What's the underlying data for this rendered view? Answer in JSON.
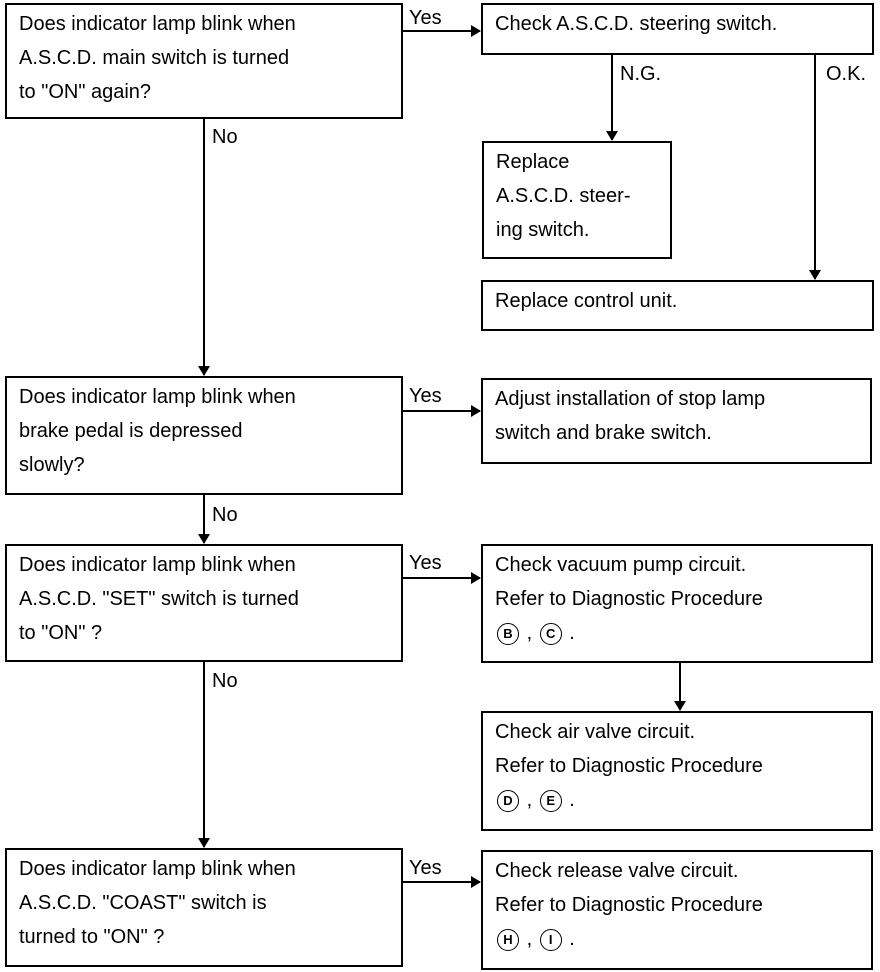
{
  "q1": {
    "lines": [
      "Does indicator lamp blink when",
      "A.S.C.D. main switch is turned",
      "to \"ON\" again?"
    ]
  },
  "a1": {
    "lines": [
      "Check A.S.C.D. steering switch."
    ]
  },
  "a1_ng": {
    "lines": [
      "Replace",
      "A.S.C.D. steer-",
      "ing switch."
    ]
  },
  "a1_ok": {
    "lines": [
      "Replace control unit."
    ]
  },
  "q2": {
    "lines": [
      "Does indicator lamp blink when",
      "brake pedal is depressed",
      "slowly?"
    ]
  },
  "a2": {
    "lines": [
      "Adjust installation of stop lamp",
      "switch and brake switch."
    ]
  },
  "q3": {
    "lines": [
      "Does indicator lamp blink when",
      "A.S.C.D. \"SET\" switch is turned",
      "to \"ON\" ?"
    ]
  },
  "a3": {
    "lines": [
      "Check vacuum pump circuit.",
      "Refer to Diagnostic Procedure"
    ],
    "refs": [
      "B",
      "C"
    ],
    "tail": "."
  },
  "a3b": {
    "lines": [
      "Check air valve circuit.",
      "Refer to Diagnostic Procedure"
    ],
    "refs": [
      "D",
      "E"
    ],
    "tail": "."
  },
  "q4": {
    "lines": [
      "Does indicator lamp blink when",
      "A.S.C.D. \"COAST\" switch is",
      "turned to \"ON\" ?"
    ]
  },
  "a4": {
    "lines": [
      "Check release valve circuit.",
      "Refer to Diagnostic Procedure"
    ],
    "refs": [
      "H",
      "I"
    ],
    "tail": "."
  },
  "labels": {
    "yes": "Yes",
    "no": "No",
    "ng": "N.G.",
    "ok": "O.K.",
    "sep": ","
  }
}
